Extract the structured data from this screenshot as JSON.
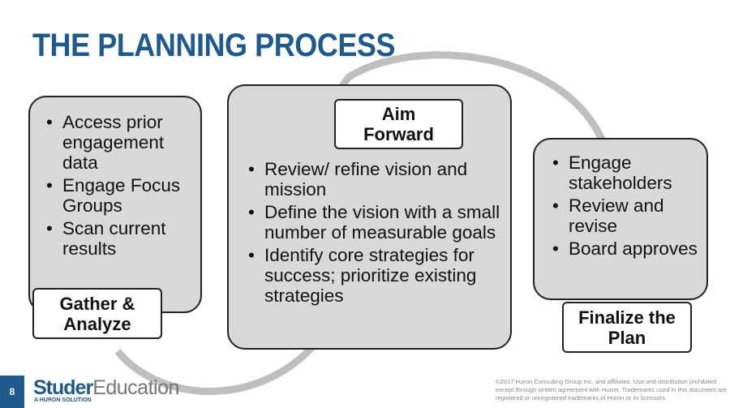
{
  "title": "THE PLANNING PROCESS",
  "steps": [
    {
      "label": "Gather & Analyze",
      "bullets": [
        "Access prior engagement data",
        "Engage Focus Groups",
        "Scan current results"
      ]
    },
    {
      "label": "Aim Forward",
      "bullets": [
        "Review/ refine vision and mission",
        "Define the vision with a small number of measurable goals",
        "Identify core strategies for success; prioritize existing strategies"
      ]
    },
    {
      "label": "Finalize the Plan",
      "bullets": [
        "Engage stakeholders",
        "Review and revise",
        "Board approves"
      ]
    }
  ],
  "footer": {
    "page_number": "8",
    "logo_text": "Studer Education",
    "logo_tagline": "A HURON SOLUTION",
    "copyright": "©2017 Huron Consulting Group Inc. and affiliates. Use and distribution prohibited except through written agreement with Huron. Trademarks used in this document are registered or unregistered trademarks of Huron or its licensors."
  },
  "colors": {
    "title": "#1f5a8e",
    "box": "#d9d9d9",
    "arrow": "#bfbfbf"
  }
}
